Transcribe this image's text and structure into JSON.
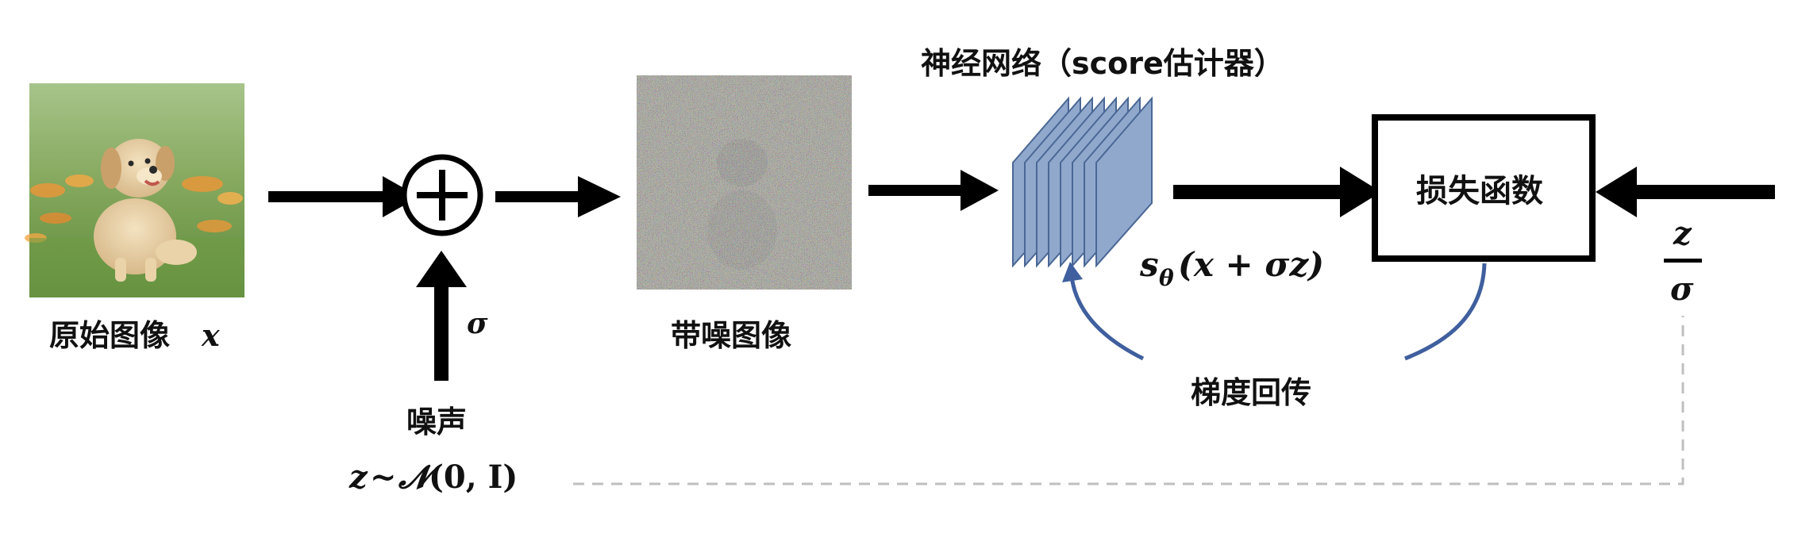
{
  "labels": {
    "original_image": "原始图像",
    "original_var": "x",
    "noisy_image": "带噪图像",
    "network": "神经网络（score估计器）",
    "loss": "损失函数",
    "backprop": "梯度回传",
    "noise": "噪声",
    "noise_dist_var": "z",
    "noise_dist_tilde": "~",
    "noise_dist_N": "𝓝",
    "noise_dist_args": "(0, I)",
    "sigma": "σ",
    "score_s": "s",
    "score_theta": "θ",
    "score_args": "(x + σz)",
    "target_num": "z",
    "target_den": "σ"
  },
  "colors": {
    "arrow": "#000000",
    "network_fill": "#8fa8cc",
    "network_stroke": "#4a6795",
    "backprop_curve": "#3f5f9e",
    "dashed_line": "#bfbfbf",
    "grass": "#6f9a45",
    "flowers": "#e8973a",
    "dog": "#e6cfa3"
  },
  "icons": {
    "sum_node": "circled-plus-icon",
    "network": "stacked-layers-icon"
  }
}
